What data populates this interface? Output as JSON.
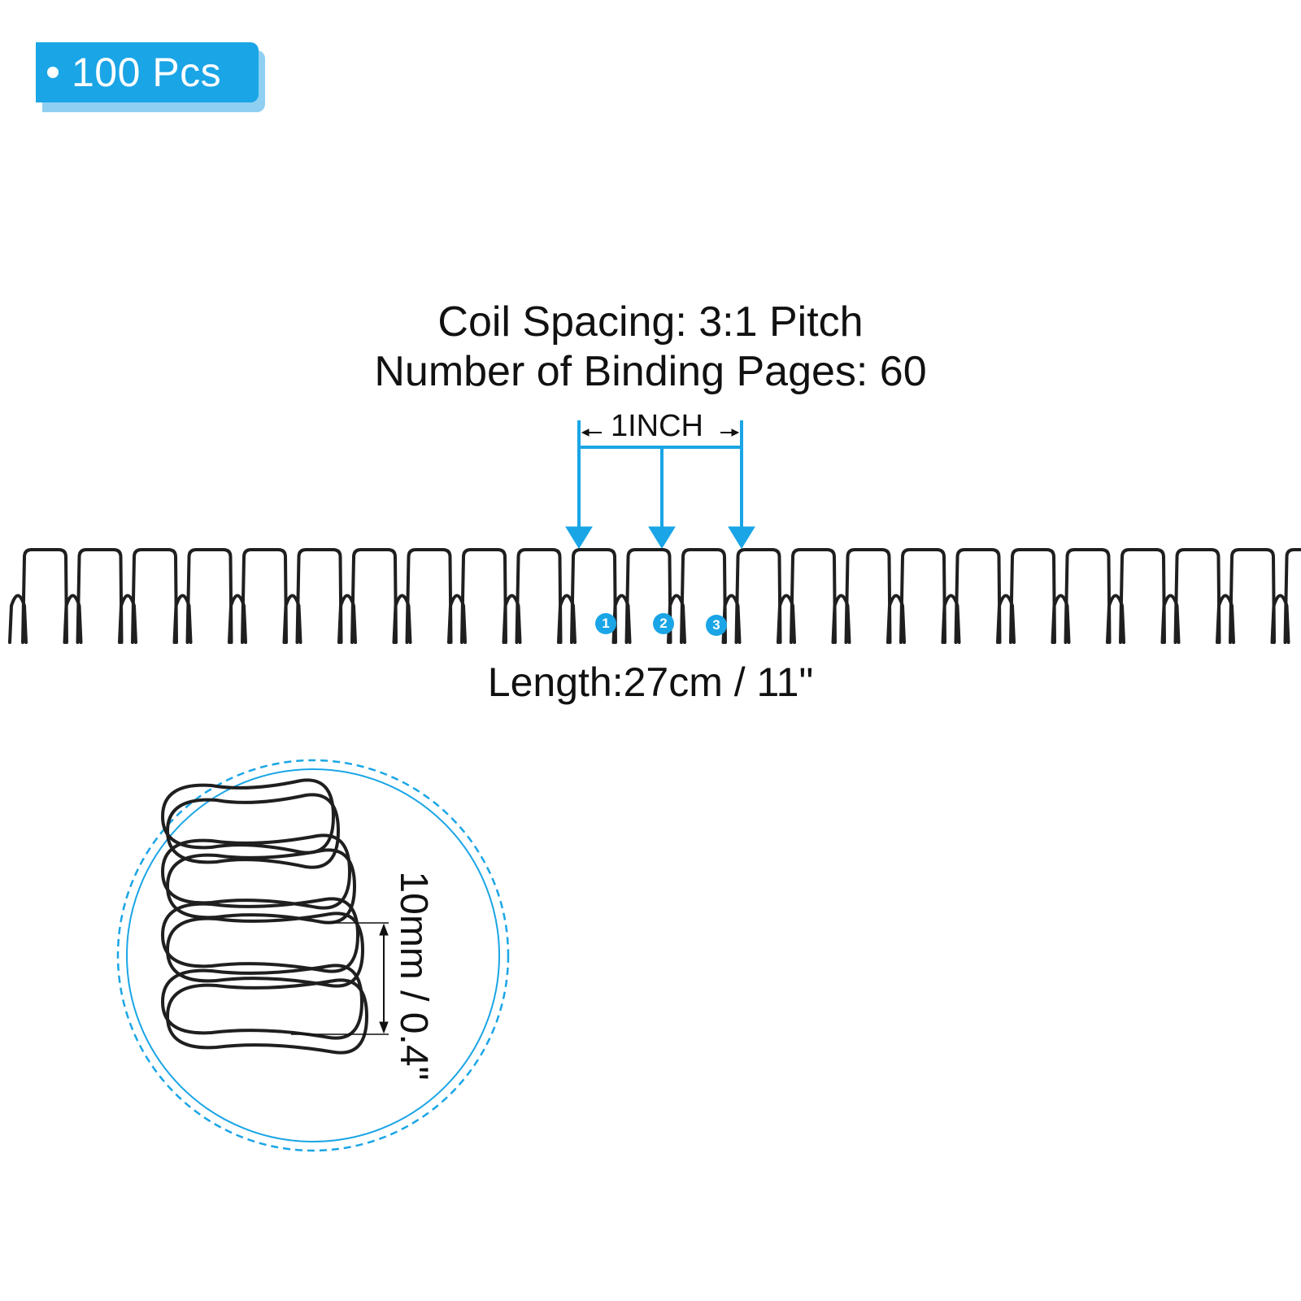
{
  "badge": {
    "label": "100 Pcs",
    "color": "#1aa5e6"
  },
  "specs": {
    "coil_spacing": "Coil Spacing: 3:1 Pitch",
    "binding_pages": "Number of Binding Pages: 60"
  },
  "pitch_dimension": {
    "label": "1INCH",
    "coil_numbers": [
      "1",
      "2",
      "3"
    ]
  },
  "length": {
    "label": "Length:27cm / 11\""
  },
  "detail": {
    "diameter_label": "10mm / 0.4\""
  },
  "colors": {
    "accent": "#1aa5e6",
    "wire": "#1f1f1f",
    "text": "#111111"
  },
  "icons": {
    "badge_bullet": "bullet-dot-icon",
    "arrows": "arrow-down-icon"
  }
}
